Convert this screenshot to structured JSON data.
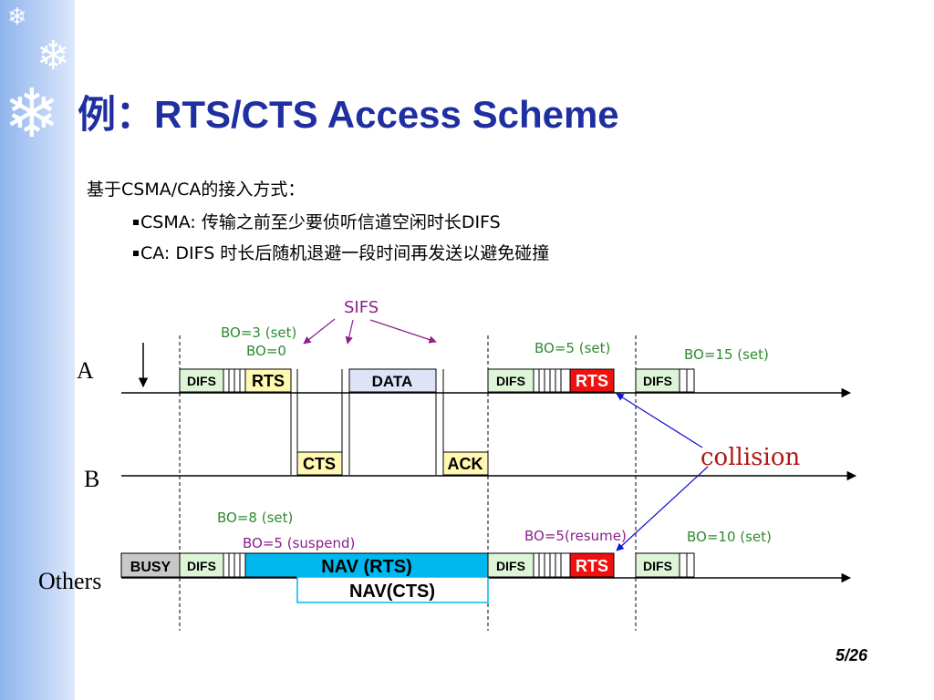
{
  "slide": {
    "title": "例：RTS/CTS Access Scheme",
    "intro": "基于CSMA/CA的接入方式：",
    "bullets": [
      "CSMA: 传输之前至少要侦听信道空闲时长DIFS",
      "CA: DIFS 时长后随机退避一段时间再发送以避免碰撞"
    ],
    "page": "5/26"
  },
  "diagram": {
    "stations": {
      "a": "A",
      "b": "B",
      "others": "Others"
    },
    "blocks": {
      "difs": "DIFS",
      "rts": "RTS",
      "data": "DATA",
      "cts": "CTS",
      "ack": "ACK",
      "busy": "BUSY",
      "nav_rts": "NAV (RTS)",
      "nav_cts": "NAV(CTS)"
    },
    "annotations": {
      "sifs": "SIFS",
      "a_bo3": "BO=3 (set)",
      "a_bo0": "BO=0",
      "a_bo5": "BO=5 (set)",
      "a_bo15": "BO=15 (set)",
      "o_bo8": "BO=8 (set)",
      "o_bo5s": "BO=5 (suspend)",
      "o_bo5r": "BO=5(resume)",
      "o_bo10": "BO=10 (set)",
      "collision": "collision"
    },
    "colors": {
      "difs_fill": "#ddf5d6",
      "rts_fill": "#fff8b0",
      "rts_collision_fill": "#f01010",
      "data_fill": "#dde4f8",
      "cts_fill": "#fff8b0",
      "nav_fill": "#00b7ee",
      "busy_fill": "#c8c8c8",
      "annotation_green": "#2e8b2e",
      "annotation_purple": "#8b1f8b",
      "collision_red": "#b01818",
      "arrow_blue": "#1010d0"
    }
  }
}
